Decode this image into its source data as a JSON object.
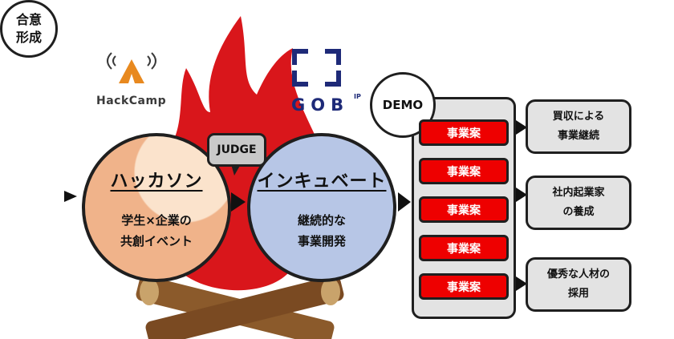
{
  "logos": {
    "hackcamp": {
      "text": "HackCamp",
      "icon": "tent-icon",
      "color": "#e8891f"
    },
    "gob": {
      "text": "GOB",
      "superscript": "IP",
      "icon": "bracket-frame-icon",
      "color": "#1e2a78"
    }
  },
  "flow": {
    "consensus": {
      "line1": "合意",
      "line2": "形成"
    },
    "hackathon": {
      "title": "ハッカソン",
      "line1": "学生×企業の",
      "line2": "共創イベント"
    },
    "judge": "JUDGE",
    "incubate": {
      "title": "インキュベート",
      "line1": "継続的な",
      "line2": "事業開発"
    },
    "demo": "DEMO"
  },
  "proposals": [
    "事業案",
    "事業案",
    "事業案",
    "事業案",
    "事業案"
  ],
  "outcomes": [
    {
      "line1": "買収による",
      "line2": "事業継続"
    },
    {
      "line1": "社内起業家",
      "line2": "の養成"
    },
    {
      "line1": "優秀な人材の",
      "line2": "採用"
    }
  ],
  "colors": {
    "fire": "#d9161b",
    "log": "#8b5a2b",
    "proposal": "#ee0000",
    "hackathon_circle": "#f0b38a",
    "incubate_circle": "#b7c6e6",
    "panel": "#e3e3e3"
  }
}
